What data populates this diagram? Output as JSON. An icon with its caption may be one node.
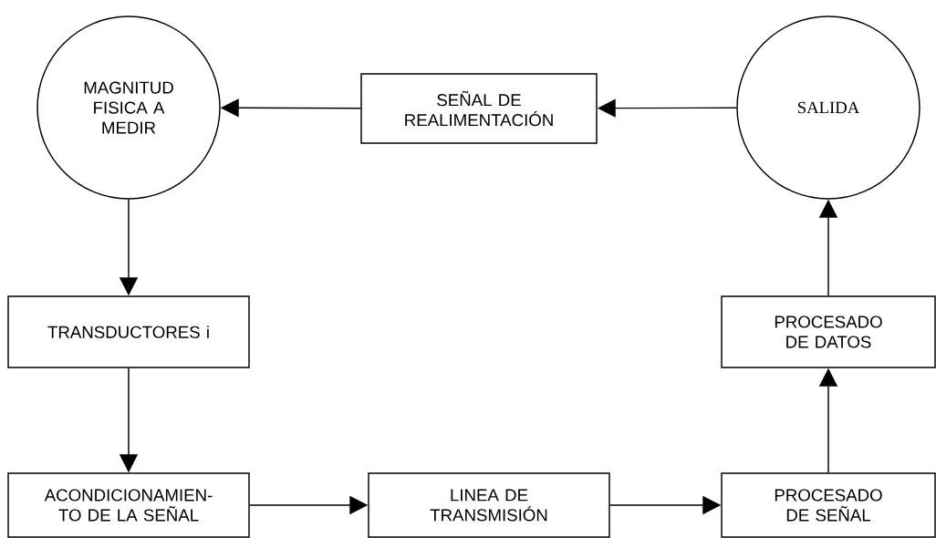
{
  "diagram": {
    "nodes": [
      {
        "text": [
          "MAGNITUD FISICA A MEDIR"
        ]
      },
      {
        "text": [
          "SEÑAL DE REALIMENTACIÓN"
        ]
      },
      {
        "text": [
          "SALIDA"
        ]
      },
      {
        "text": [
          "TRANSDUCTORES i"
        ]
      },
      {
        "text": [
          "PROCESADO DE DATOS"
        ]
      },
      {
        "text": [
          "ACONDICIONAMIEN- TO DE LA SEÑAL"
        ]
      },
      {
        "text": [
          "LINEA DE TRANSMISIÓN"
        ]
      },
      {
        "text": [
          "PROCESADO DE SEÑAL"
        ]
      }
    ],
    "edges": [
      {
        "from": 2,
        "to": 1,
        "arrow": "to"
      },
      {
        "from": 1,
        "to": 0,
        "arrow": "to"
      },
      {
        "from": 0,
        "to": 3,
        "arrow": "to"
      },
      {
        "from": 3,
        "to": 5,
        "arrow": "to"
      },
      {
        "from": 5,
        "to": 6,
        "arrow": "to"
      },
      {
        "from": 6,
        "to": 7,
        "arrow": "to"
      },
      {
        "from": 7,
        "to": 4,
        "arrow": "to"
      },
      {
        "from": 4,
        "to": 2,
        "arrow": "to"
      }
    ]
  }
}
